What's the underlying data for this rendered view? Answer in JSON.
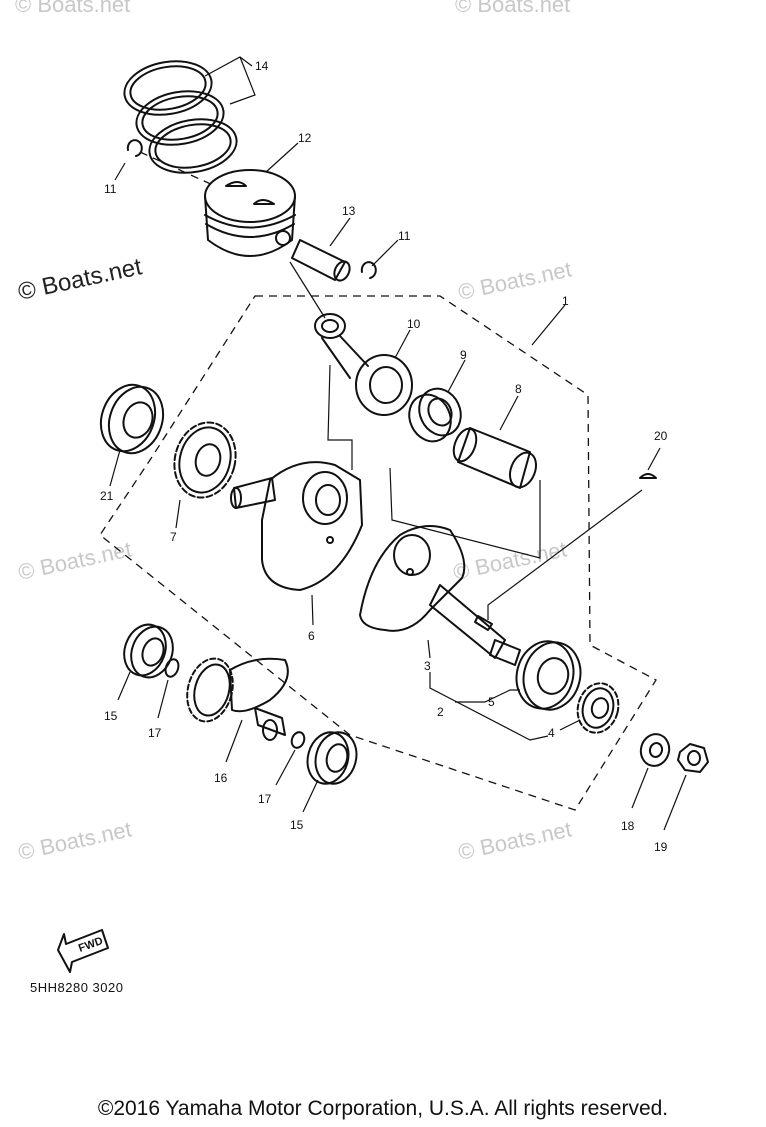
{
  "watermark": "© Boats.net",
  "diagram_code": "5HH8280 3020",
  "fwd_label": "FWD",
  "copyright": "©2016 Yamaha Motor Corporation, U.S.A. All rights reserved.",
  "callouts": {
    "c1": "1",
    "c2": "2",
    "c3": "3",
    "c4": "4",
    "c5": "5",
    "c6": "6",
    "c7": "7",
    "c8": "8",
    "c9": "9",
    "c10": "10",
    "c11a": "11",
    "c11b": "11",
    "c12": "12",
    "c13": "13",
    "c14": "14",
    "c15a": "15",
    "c15b": "15",
    "c16": "16",
    "c17a": "17",
    "c17b": "17",
    "c18": "18",
    "c19": "19",
    "c20": "20",
    "c21": "21"
  }
}
